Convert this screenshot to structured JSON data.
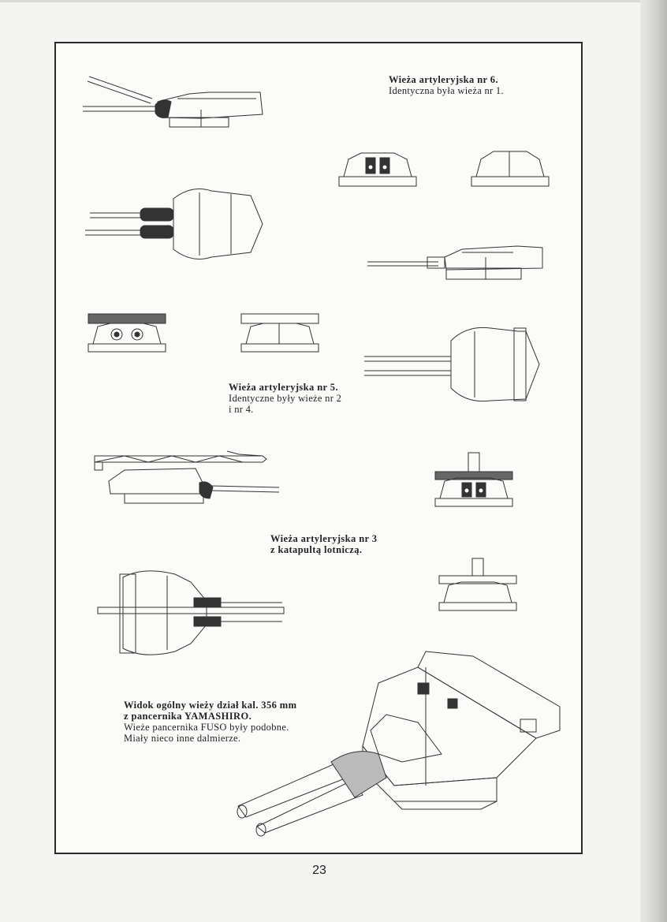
{
  "captions": {
    "turret6": {
      "title": "Wieża artyleryjska nr 6.",
      "line1": "Identyczna była wieża nr 1."
    },
    "turret5": {
      "title": "Wieża artyleryjska nr 5.",
      "line1": "Identyczne były wieże nr 2",
      "line2": "i nr 4."
    },
    "turret3": {
      "title1": "Wieża artyleryjska nr 3",
      "title2": "z katapultą lotniczą."
    },
    "general": {
      "title1": "Widok ogólny wieży dział kal. 356 mm",
      "title2": "z pancernika YAMASHIRO.",
      "line1": "Wieże pancernika FUSO były podobne.",
      "line2": "Miały nieco inne dalmierze."
    }
  },
  "page_number": "23"
}
